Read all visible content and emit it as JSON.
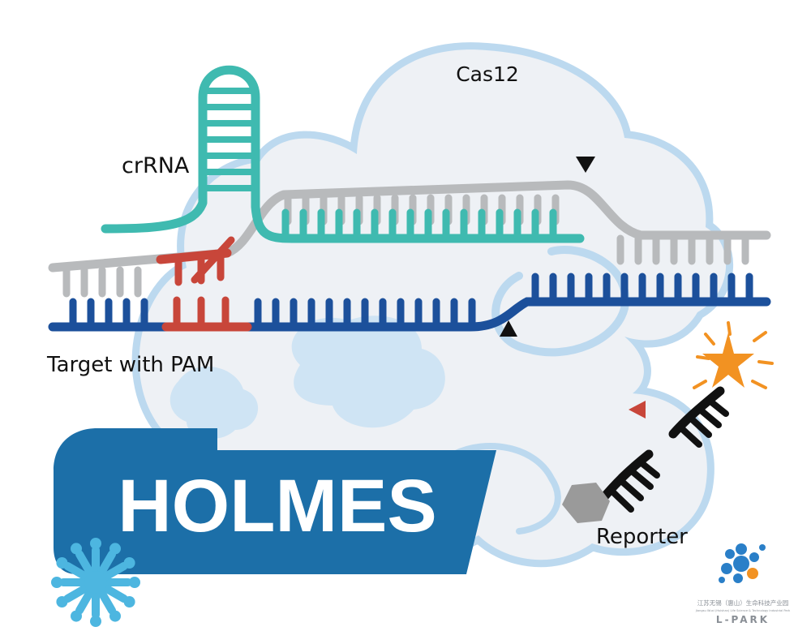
{
  "labels": {
    "cas": "Cas12",
    "crrna": "crRNA",
    "target": "Target with PAM",
    "reporter": "Reporter"
  },
  "banner": {
    "title": "HOLMES"
  },
  "logo": {
    "line1": "江苏无锡（惠山）生命科技产业园",
    "line2": "Jiangsu Wuxi (Huishan) Life Science & Technology Industrial Park",
    "wordmark": "L-PARK"
  },
  "colors": {
    "cloud_fill": "#eef1f5",
    "cloud_outline": "#bcd9ef",
    "cloud_shade": "#cfe4f4",
    "crrna": "#3fbab0",
    "nontarget_strand": "#b8babc",
    "target_strand": "#1c509b",
    "pam": "#c8463a",
    "banner": "#1c6fa8",
    "banner_dark": "#165d8f",
    "spark": "#f29222",
    "reporter": "#111111",
    "quencher": "#9a9a9a",
    "deco_blue": "#4db6e0",
    "logo_blue": "#2a7fc8"
  },
  "icons": {
    "cleavage_marks": [
      "cleavage-triangle-icon"
    ],
    "fluorophore": "star-burst-icon",
    "quencher": "hexagon-icon",
    "decoration": "splash-flower-icon"
  }
}
